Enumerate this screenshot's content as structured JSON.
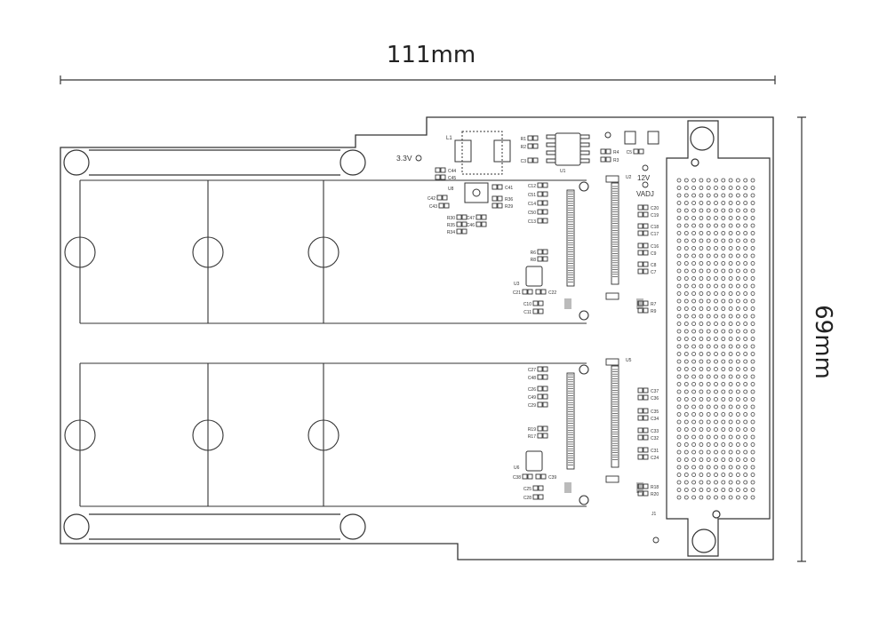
{
  "dimensions": {
    "width_label": "111mm",
    "height_label": "69mm"
  },
  "board": {
    "power_label_33": "3.3V",
    "power_label_12": "12V",
    "adj_label": "VADJ",
    "connector_label": "J1",
    "regulator_label": "U1",
    "inductor_label": "L1",
    "chip_u2_label": "U2",
    "chip_u5_label": "U5",
    "chip_u3_label": "U3",
    "chip_u6_label": "U6",
    "chip_u8_label": "U8"
  },
  "components": {
    "top_left_small": [
      "C44",
      "C45",
      "C42",
      "C43"
    ],
    "u8_group": [
      "R36",
      "C41",
      "R29",
      "C47",
      "C46",
      "R30",
      "R35",
      "R34"
    ],
    "u1_group": [
      "R1",
      "R2",
      "C3",
      "R4",
      "R3",
      "C5"
    ],
    "upper_slot_caps": [
      "C12",
      "C51",
      "C14",
      "C50",
      "C13"
    ],
    "upper_slot_res": [
      "R6",
      "R8"
    ],
    "upper_slot_u3": [
      "C21",
      "C22",
      "C10",
      "C11"
    ],
    "upper_right_caps": [
      "C20",
      "C19",
      "C18",
      "C17",
      "C16",
      "C9",
      "C8",
      "C7",
      "R7",
      "R9"
    ],
    "lower_slot_caps": [
      "C27",
      "C48",
      "C26",
      "C49",
      "C29"
    ],
    "lower_slot_res": [
      "R19",
      "R17"
    ],
    "lower_slot_u6": [
      "C38",
      "C39",
      "C25",
      "C28"
    ],
    "lower_right_caps": [
      "C37",
      "C36",
      "C35",
      "C34",
      "C33",
      "C32",
      "C31",
      "C24",
      "R18",
      "R20"
    ]
  }
}
